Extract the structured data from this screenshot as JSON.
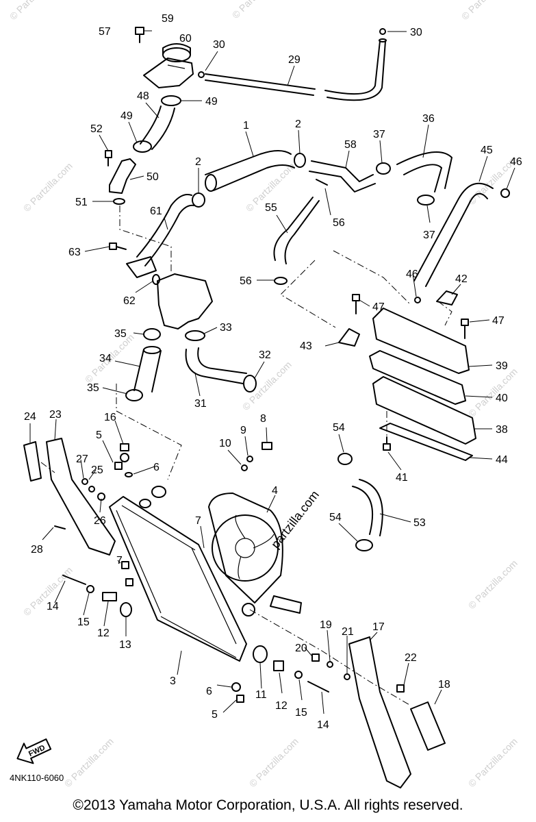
{
  "diagram": {
    "callouts": [
      "1",
      "2",
      "3",
      "4",
      "5",
      "6",
      "7",
      "8",
      "9",
      "10",
      "11",
      "12",
      "13",
      "14",
      "15",
      "16",
      "17",
      "18",
      "19",
      "20",
      "21",
      "22",
      "23",
      "24",
      "25",
      "26",
      "27",
      "28",
      "29",
      "30",
      "31",
      "32",
      "33",
      "34",
      "35",
      "36",
      "37",
      "38",
      "39",
      "40",
      "41",
      "42",
      "43",
      "44",
      "45",
      "46",
      "47",
      "48",
      "49",
      "50",
      "51",
      "52",
      "53",
      "54",
      "55",
      "56",
      "57",
      "58",
      "59",
      "60",
      "61",
      "62",
      "63"
    ],
    "direction_arrow": "FWD",
    "center_label": "partzilla.com",
    "watermark": "© Partzilla.com"
  },
  "footer": {
    "diagram_code": "4NK110-6060",
    "copyright": "©2013 Yamaha Motor Corporation, U.S.A. All rights reserved."
  }
}
